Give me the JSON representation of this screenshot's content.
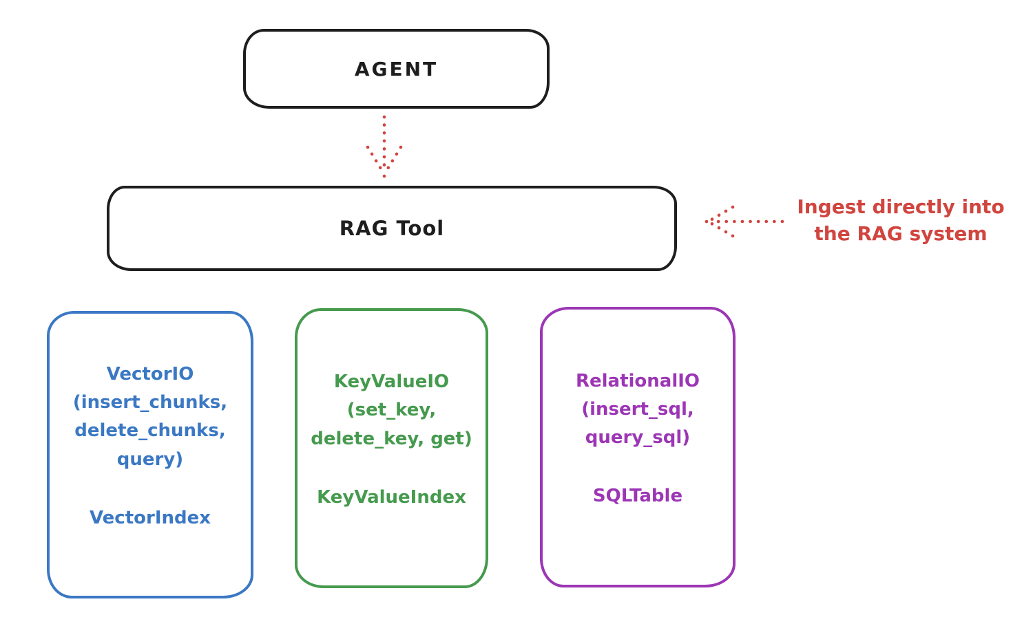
{
  "diagram": {
    "colors": {
      "ink": "#1e1e1e",
      "red": "#d1453f",
      "blue": "#3b78c4",
      "green": "#459a4e",
      "purple": "#9c36b5"
    },
    "nodes": {
      "agent": {
        "label": "AGENT"
      },
      "rag_tool": {
        "label": "RAG Tool"
      },
      "vector": {
        "title": "VectorIO\n(insert_chunks,\ndelete_chunks,\nquery)",
        "sublabel": "VectorIndex",
        "color": "#3b78c4"
      },
      "keyvalue": {
        "title": "KeyValueIO\n(set_key,\ndelete_key, get)",
        "sublabel": "KeyValueIndex",
        "color": "#459a4e"
      },
      "relational": {
        "title": "RelationalIO\n(insert_sql,\nquery_sql)",
        "sublabel": "SQLTable",
        "color": "#9c36b5"
      }
    },
    "annotation": {
      "text": "Ingest directly into\nthe RAG system",
      "color": "#d1453f"
    },
    "arrows": {
      "agent_to_rag": "dotted-arrow-down",
      "annotation_to_rag": "dotted-arrow-left"
    }
  }
}
